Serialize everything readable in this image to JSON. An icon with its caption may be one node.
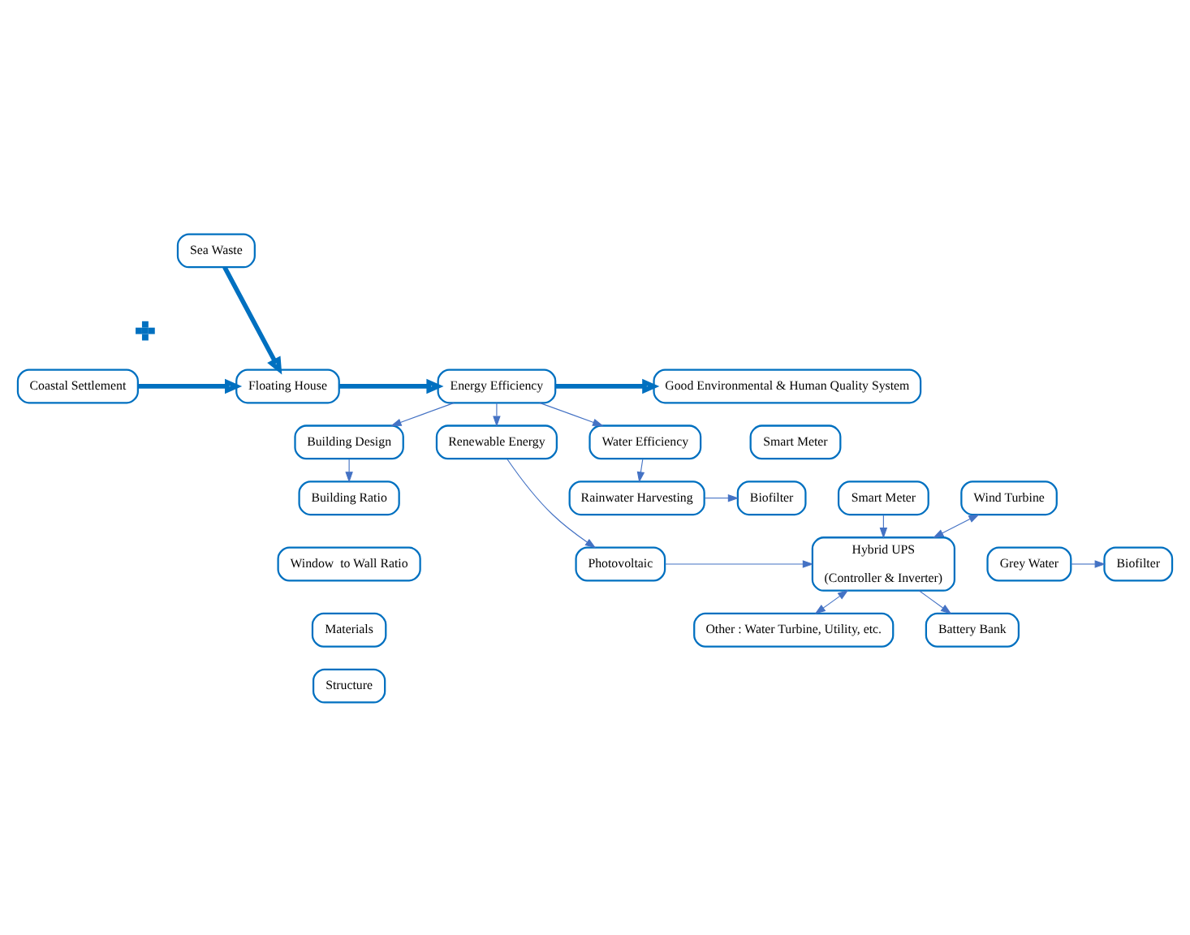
{
  "diagram": {
    "nodes": [
      {
        "text": [
          "Sea Waste"
        ]
      },
      {
        "text": [],
        "shape": "plus"
      },
      {
        "text": [
          "Coastal Settlement"
        ]
      },
      {
        "text": [
          "Floating House"
        ]
      },
      {
        "text": [
          "Energy Efficiency"
        ]
      },
      {
        "text": [
          "Good Environmental & Human Quality System"
        ]
      },
      {
        "text": [
          "Building Design"
        ]
      },
      {
        "text": [
          "Renewable Energy"
        ]
      },
      {
        "text": [
          "Water Efficiency"
        ]
      },
      {
        "text": [
          "Smart Meter"
        ]
      },
      {
        "text": [
          "Building Ratio"
        ]
      },
      {
        "text": [
          "Smart Meter"
        ]
      },
      {
        "text": [
          "Photovoltaic"
        ]
      },
      {
        "text": [
          "Rainwater Harvesting"
        ]
      },
      {
        "text": [
          "Biofilter"
        ]
      },
      {
        "text": [
          "Hybrid UPS",
          "(Controller & Inverter)"
        ]
      },
      {
        "text": [
          "Wind Turbine"
        ]
      },
      {
        "text": [
          "Grey Water"
        ]
      },
      {
        "text": [
          "Biofilter"
        ]
      },
      {
        "text": [
          "Window  to Wall Ratio"
        ]
      },
      {
        "text": [
          "Other : Water Turbine, Utility, etc."
        ]
      },
      {
        "text": [
          "Materials"
        ]
      },
      {
        "text": [
          "Battery Bank"
        ]
      },
      {
        "text": [
          "Structure"
        ]
      }
    ],
    "edges": [
      {
        "from": 0,
        "to": 3,
        "arrow": "to",
        "style": "thick"
      },
      {
        "from": 2,
        "to": 3,
        "arrow": "to",
        "style": "thick"
      },
      {
        "from": 3,
        "to": 4,
        "arrow": "to",
        "style": "thick"
      },
      {
        "from": 4,
        "to": 5,
        "arrow": "to",
        "style": "thick"
      },
      {
        "from": 4,
        "to": 6,
        "arrow": "to"
      },
      {
        "from": 4,
        "to": 7,
        "arrow": "to"
      },
      {
        "from": 4,
        "to": 8,
        "arrow": "to"
      },
      {
        "from": 6,
        "to": 10,
        "arrow": "to"
      },
      {
        "from": 7,
        "to": 12,
        "arrow": "to"
      },
      {
        "from": 8,
        "to": 13,
        "arrow": "to"
      },
      {
        "from": 12,
        "to": 15,
        "arrow": "to"
      },
      {
        "from": 11,
        "to": 15,
        "arrow": "to"
      },
      {
        "from": 16,
        "to": 15,
        "arrow": "both"
      },
      {
        "from": 15,
        "to": 20,
        "arrow": "both"
      },
      {
        "from": 15,
        "to": 22,
        "arrow": "to"
      },
      {
        "from": 13,
        "to": 14,
        "arrow": "to"
      },
      {
        "from": 17,
        "to": 18,
        "arrow": "to"
      }
    ]
  }
}
